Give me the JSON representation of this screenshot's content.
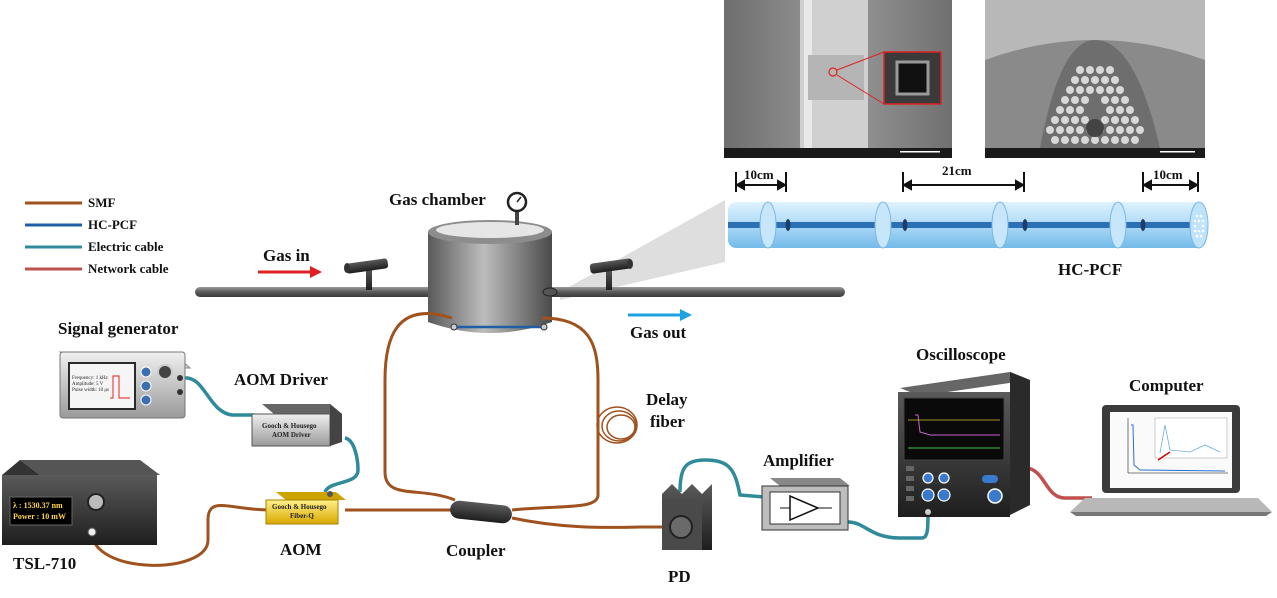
{
  "legend": [
    {
      "label": "SMF",
      "color": "#a0521e"
    },
    {
      "label": "HC-PCF",
      "color": "#1f5fa8"
    },
    {
      "label": "Electric cable",
      "color": "#2f8b9a"
    },
    {
      "label": "Network cable",
      "color": "#c0504d"
    }
  ],
  "labels": {
    "gas_chamber": "Gas chamber",
    "gas_in": "Gas in",
    "gas_out": "Gas out",
    "hcpcf": "HC-PCF",
    "signal_generator": "Signal generator",
    "aom_driver": "AOM Driver",
    "aom": "AOM",
    "delay_fiber_1": "Delay",
    "delay_fiber_2": "fiber",
    "tsl": "TSL-710",
    "coupler": "Coupler",
    "pd": "PD",
    "amplifier": "Amplifier",
    "oscilloscope": "Oscilloscope",
    "computer": "Computer"
  },
  "dimensions": {
    "seg1": "10cm",
    "seg2": "21cm",
    "seg3": "10cm"
  },
  "device_text": {
    "aom_driver_line1": "Gooch & Housego",
    "aom_driver_line2": "AOM Driver",
    "aom_line1": "Gooch & Housego",
    "aom_line2": "Fiber-Q",
    "tsl_line1": "λ : 1530.37 nm",
    "tsl_line2": "Power : 10 mW",
    "siggen_line1": "Frequency: 1 kHz",
    "siggen_line2": "Amplitude: 5 V",
    "siggen_line3": "Pulse width: 10 μs"
  },
  "colors": {
    "smf": "#a0521e",
    "hcpcf": "#1f5fa8",
    "electric": "#2f8b9a",
    "network": "#c0504d",
    "gas_in_arrow": "#e02020",
    "gas_out_arrow": "#1aa3e0"
  }
}
